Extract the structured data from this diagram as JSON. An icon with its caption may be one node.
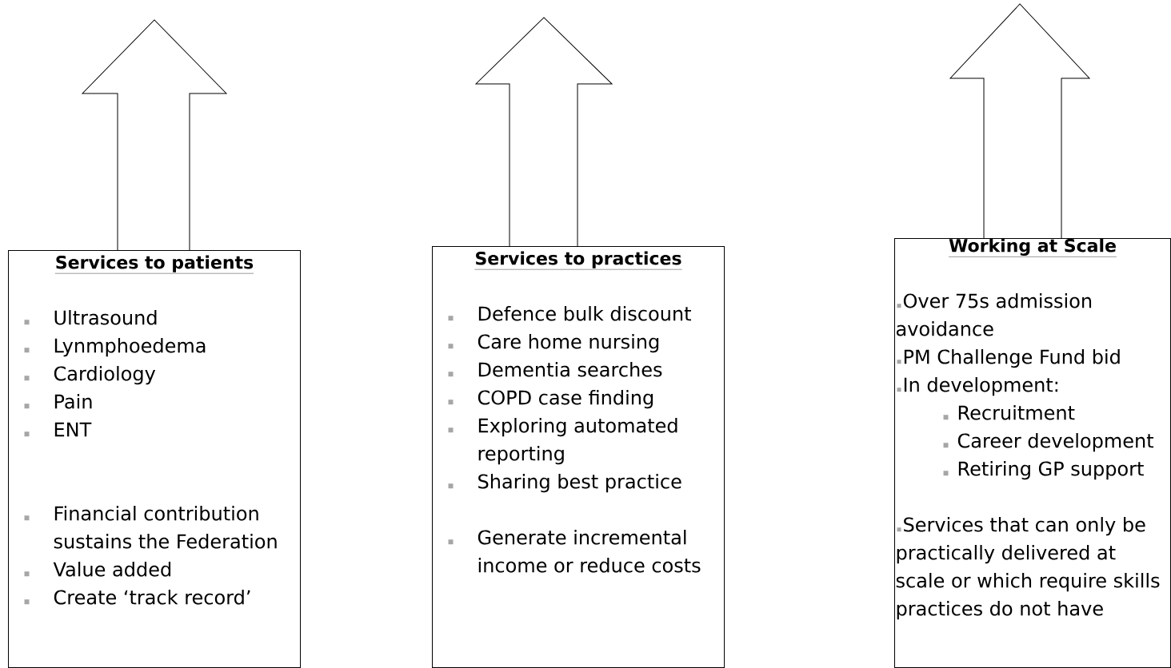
{
  "diagram": {
    "nodes": [
      {
        "text": [
          "Services to patients",
          "Ultrasound",
          "Lynmphoedema",
          "Cardiology",
          "Pain",
          "ENT",
          "Financial contribution sustains the Federation",
          "Value added",
          "Create ‘track record’"
        ]
      },
      {
        "text": [
          "Services to practices",
          "Defence bulk discount",
          "Care home nursing",
          "Dementia searches",
          "COPD case finding",
          "Exploring automated reporting",
          "Sharing best practice",
          "Generate incremental income or reduce costs"
        ]
      },
      {
        "text": [
          "Working at Scale",
          "Over 75s admission avoidance",
          "PM Challenge Fund bid",
          "In development:",
          "Recruitment",
          "Career development",
          "Retiring GP support",
          "Services that can only be practically delivered at scale or which require skills practices do not have"
        ]
      },
      {
        "text": [],
        "shape": "arrow"
      },
      {
        "text": [],
        "shape": "arrow"
      },
      {
        "text": [],
        "shape": "arrow"
      }
    ]
  }
}
